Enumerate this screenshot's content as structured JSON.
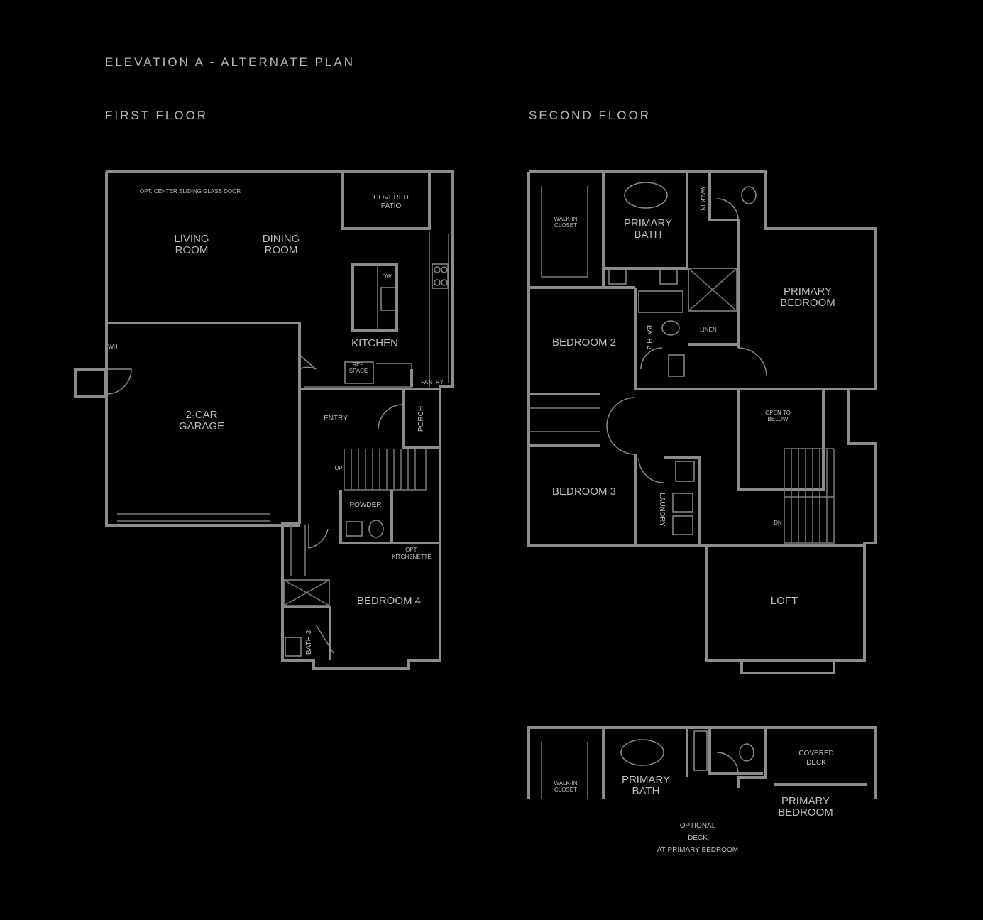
{
  "headers": {
    "elevation": "ELEVATION A - ALTERNATE PLAN",
    "first_floor": "FIRST FLOOR",
    "second_floor": "SECOND FLOOR"
  },
  "first_floor": {
    "opt_sliding_door": "OPT. CENTER SLIDING GLASS DOOR",
    "covered_patio": [
      "COVERED",
      "PATIO"
    ],
    "living_room": [
      "LIVING",
      "ROOM"
    ],
    "dining_room": [
      "DINING",
      "ROOM"
    ],
    "dw": "DW",
    "kitchen": "KITCHEN",
    "ref_space": [
      "REF.",
      "SPACE"
    ],
    "pantry": "PANTRY",
    "wh": "WH",
    "garage": [
      "2-CAR",
      "GARAGE"
    ],
    "entry": "ENTRY",
    "porch": "PORCH",
    "up": "UP",
    "powder": "POWDER",
    "opt_kitchenette": [
      "OPT.",
      "KITCHENETTE"
    ],
    "bedroom4": "BEDROOM 4",
    "bath3": "BATH 3"
  },
  "second_floor": {
    "walkin_closet": [
      "WALK-IN",
      "CLOSET"
    ],
    "primary_bath": [
      "PRIMARY",
      "BATH"
    ],
    "walkin": "WALK-IN",
    "primary_bedroom": [
      "PRIMARY",
      "BEDROOM"
    ],
    "bedroom2": "BEDROOM 2",
    "bath2": "BATH 2",
    "linen": "LINEN",
    "open_to_below": [
      "OPEN TO",
      "BELOW"
    ],
    "bedroom3": "BEDROOM 3",
    "laundry": "LAUNDRY",
    "dn": "DN",
    "loft": "LOFT"
  },
  "optional_deck": {
    "walkin_closet": [
      "WALK-IN",
      "CLOSET"
    ],
    "primary_bath": [
      "PRIMARY",
      "BATH"
    ],
    "covered_deck": [
      "COVERED",
      "DECK"
    ],
    "primary_bedroom": [
      "PRIMARY",
      "BEDROOM"
    ],
    "caption": [
      "OPTIONAL",
      "DECK",
      "AT PRIMARY BEDROOM"
    ]
  }
}
